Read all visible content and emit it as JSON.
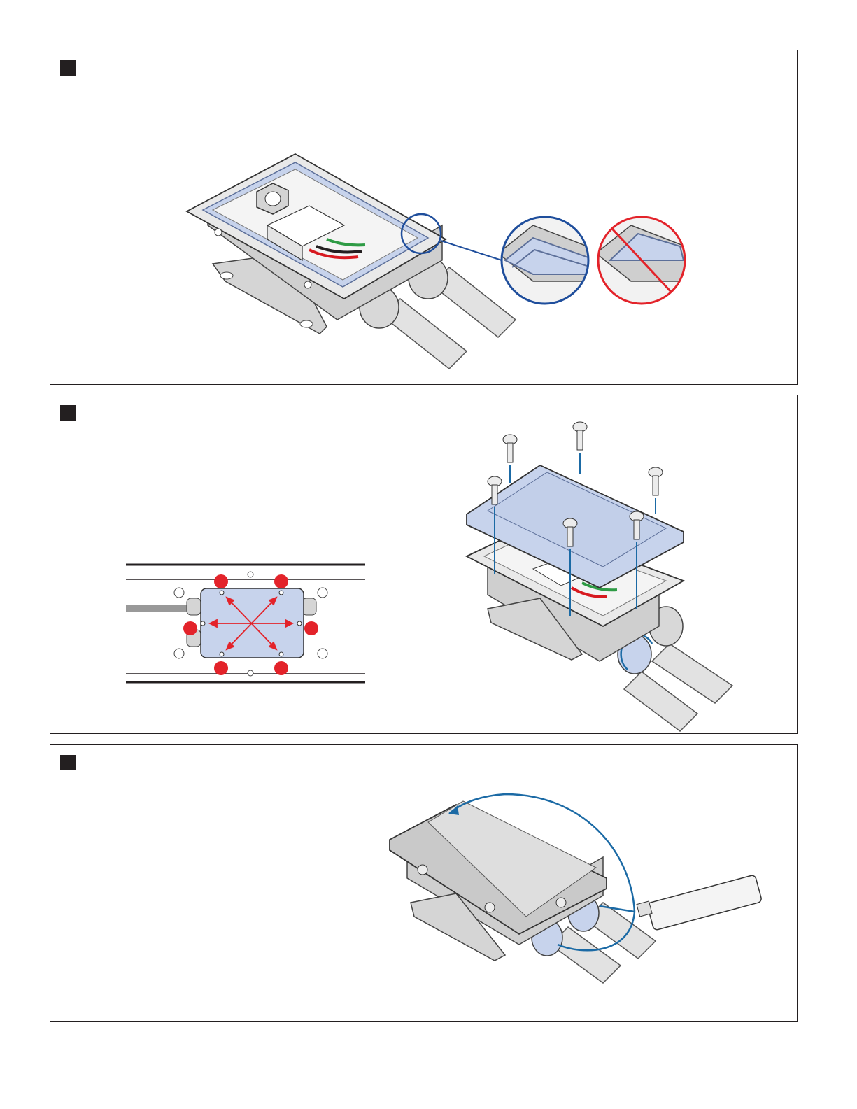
{
  "page": {
    "panels": [
      {
        "id": "step-1",
        "marker": "step-marker-1"
      },
      {
        "id": "step-2",
        "marker": "step-marker-2"
      },
      {
        "id": "step-3",
        "marker": "step-marker-3"
      }
    ]
  },
  "colors": {
    "frame": "#231f20",
    "ok": "#1f4e9c",
    "wrong": "#e3232a",
    "arrow_blue": "#1b6aa5",
    "seal": "#c7d3ec",
    "metal_light": "#ececec",
    "metal_mid": "#c9c9c9",
    "metal_dark": "#8e8e8e",
    "wire_red": "#d71920",
    "wire_green": "#2e9b45",
    "wire_black": "#231f20"
  },
  "icons": {
    "correct": "blue-circle-magnifier-icon",
    "incorrect": "red-prohibition-icon",
    "screw": "screw-icon",
    "sealant_tube": "sealant-tube-icon"
  }
}
